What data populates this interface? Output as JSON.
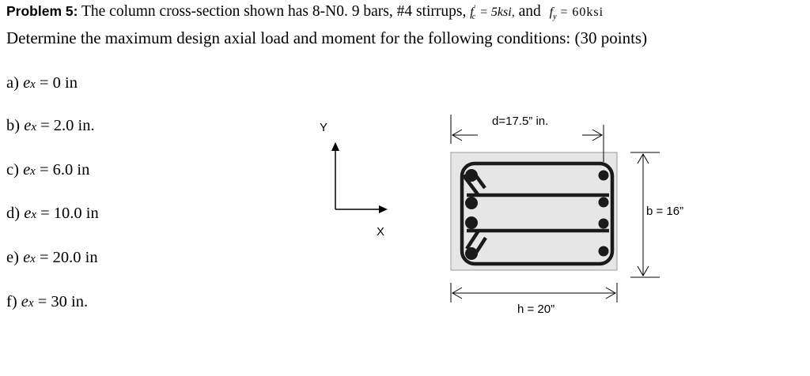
{
  "problem": {
    "label": "Problem 5:",
    "statement": "The column cross-section shown has 8-N0. 9 bars, #4 stirrups,",
    "fc_symbol": "f",
    "fc_sub": "c",
    "fc_prime": "'",
    "fc_value": "= 5ksi,",
    "and_word": "and",
    "fy_symbol": "f",
    "fy_sub": "y",
    "fy_value": "= 60ksi",
    "instruction": "Determine the maximum design axial load and moment for the following conditions: (30 points)"
  },
  "conditions": [
    {
      "letter": "a)",
      "var": "e",
      "sub": "x",
      "value": "= 0 in"
    },
    {
      "letter": "b)",
      "var": "e",
      "sub": "x",
      "value": "= 2.0 in."
    },
    {
      "letter": "c)",
      "var": "e",
      "sub": "x",
      "value": "= 6.0 in"
    },
    {
      "letter": "d)",
      "var": "e",
      "sub": "x",
      "value": "= 10.0 in"
    },
    {
      "letter": "e)",
      "var": "e",
      "sub": "x",
      "value": "= 20.0 in"
    },
    {
      "letter": "f)",
      "var": "e",
      "sub": "x",
      "value": "= 30 in."
    }
  ],
  "figure": {
    "axis_y": "Y",
    "axis_x": "X",
    "dim_d": "d=17.5” in.",
    "dim_b": "b = 16”",
    "dim_h": "h = 20”",
    "concrete_color": "#e6e6e6",
    "steel_color": "#1a1a1a"
  }
}
